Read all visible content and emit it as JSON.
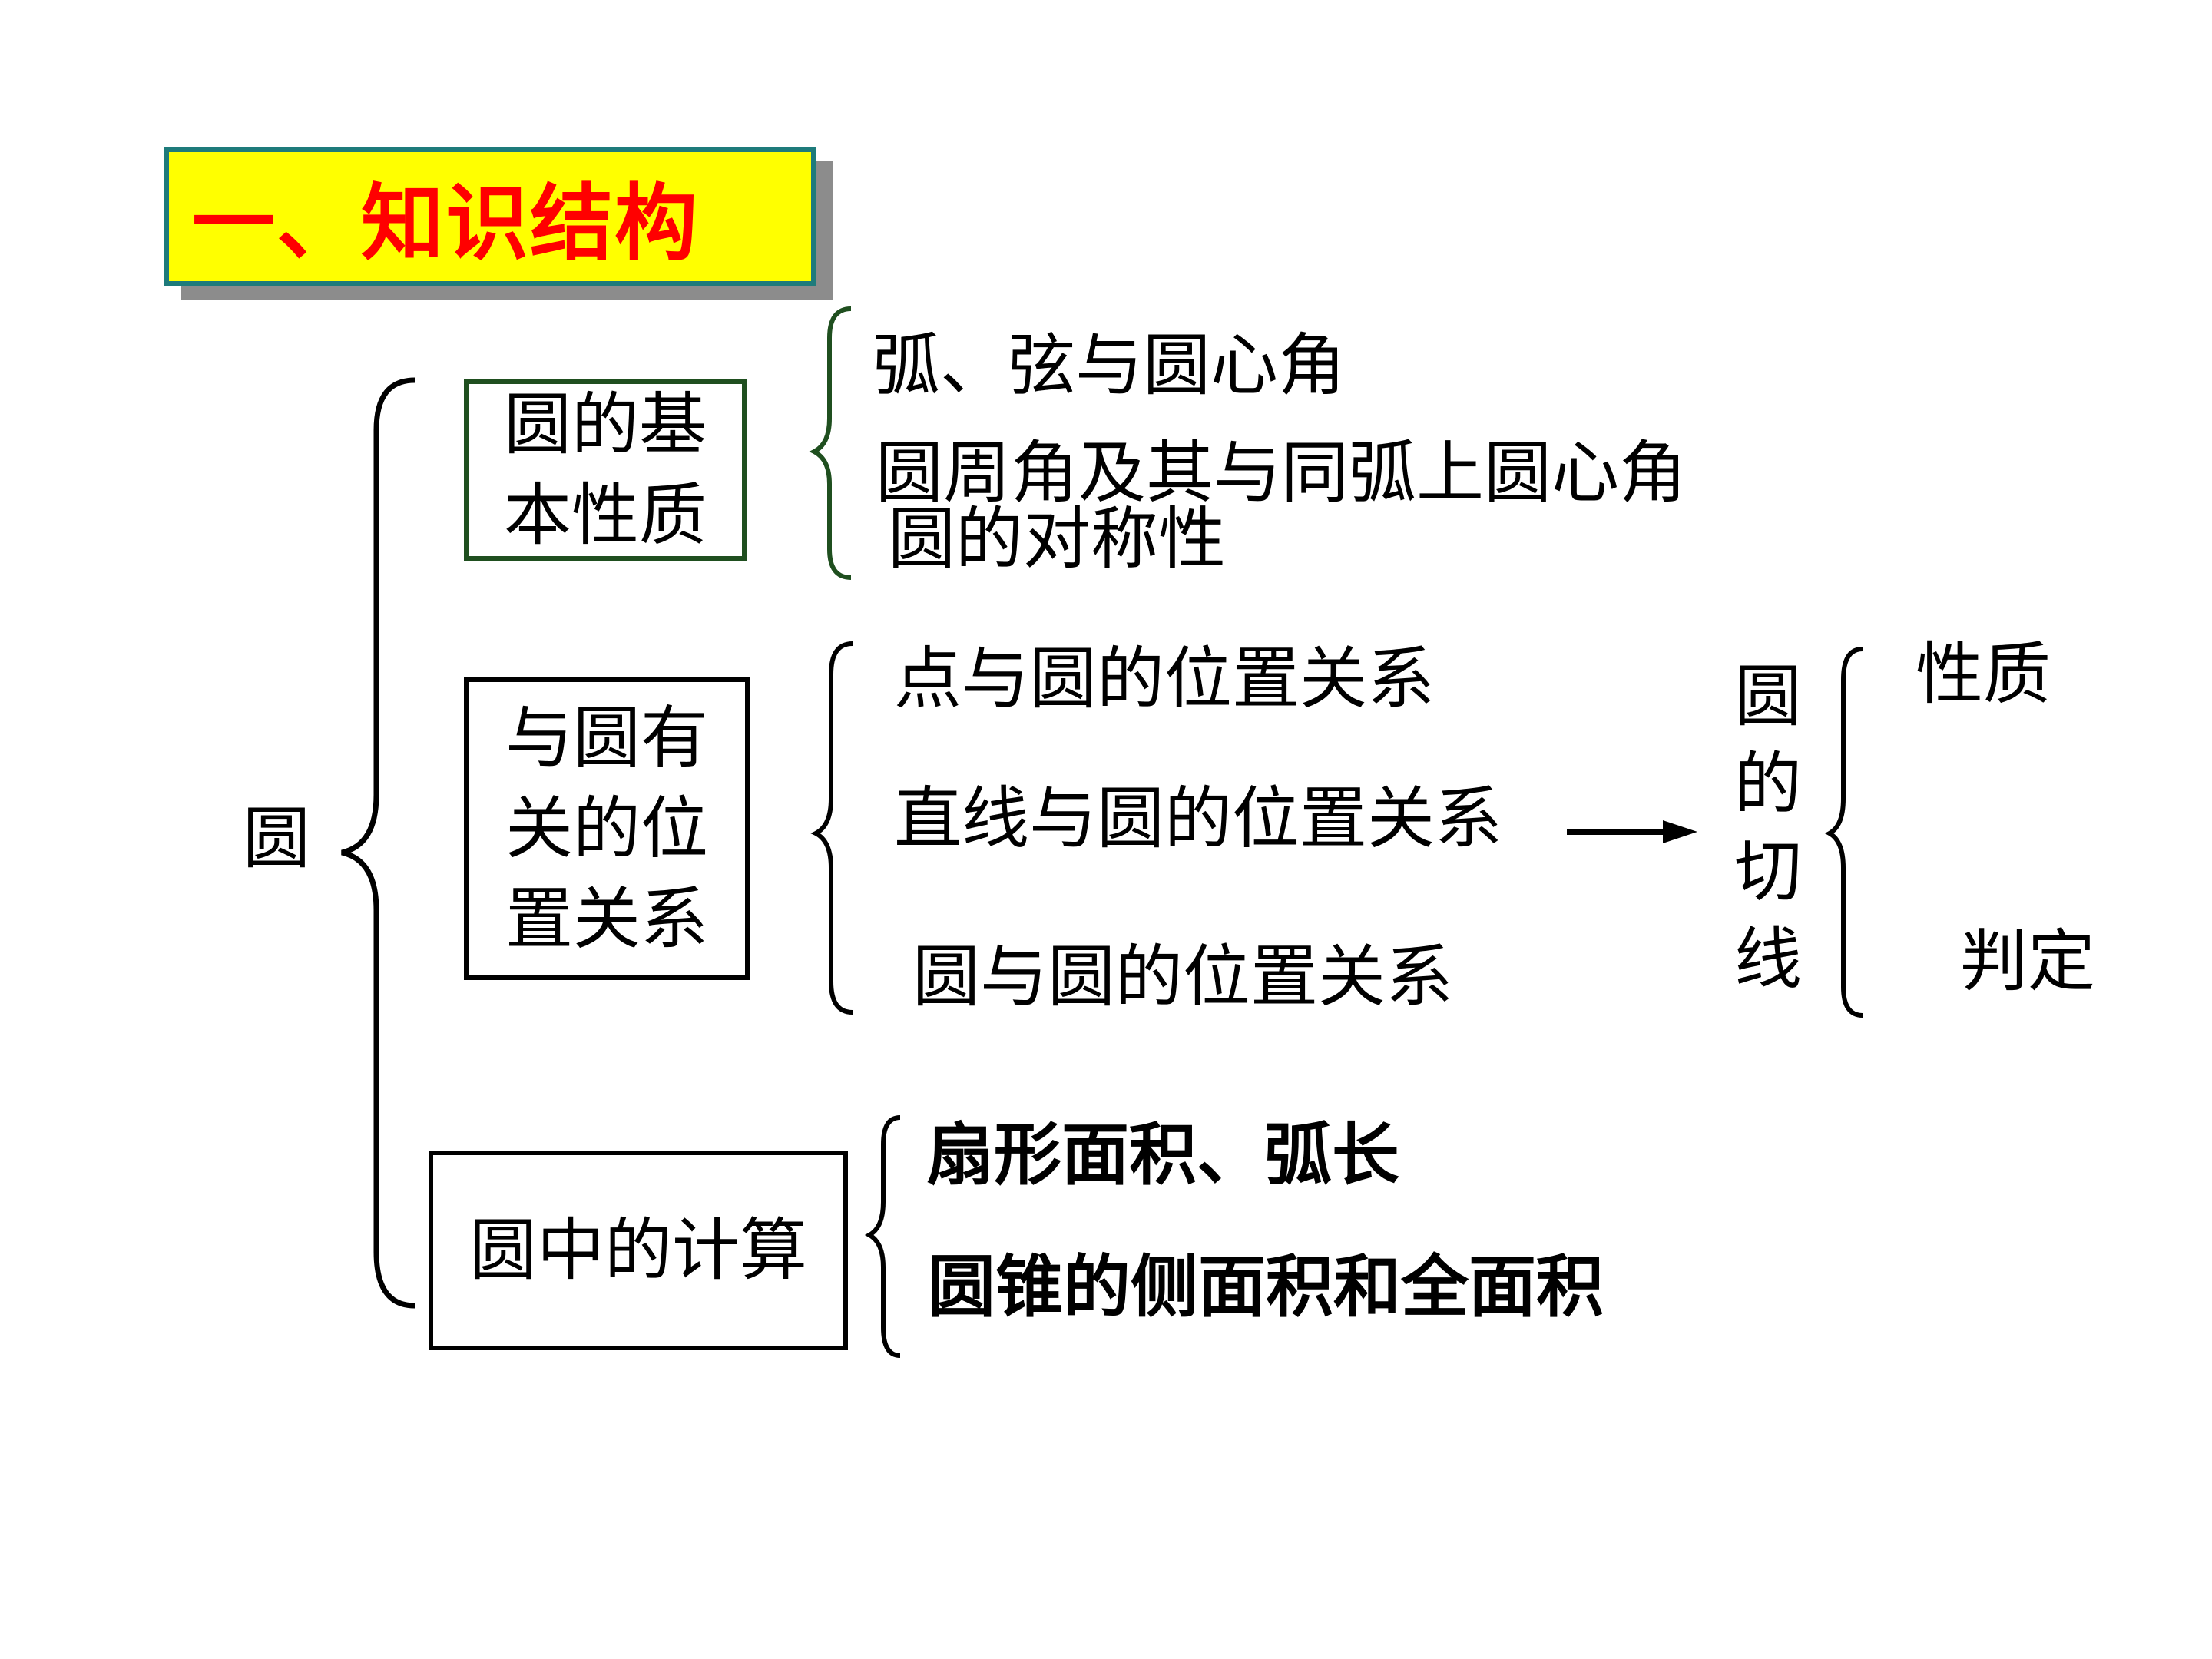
{
  "title": "一、知识结构",
  "root": "圆",
  "branches": [
    {
      "label": "圆的基\n本性质",
      "items": [
        "弧、弦与圆心角",
        "圆周角及其与同弧上圆心角",
        "圆的对称性"
      ]
    },
    {
      "label": "与圆有\n关的位\n置关系",
      "items": [
        "点与圆的位置关系",
        "直线与圆的位置关系",
        "圆与圆的位置关系"
      ]
    },
    {
      "label": "圆中的计算",
      "items": [
        "扇形面积、弧长",
        "圆锥的侧面积和全面积"
      ]
    }
  ],
  "tangent": {
    "chars": [
      "圆",
      "的",
      "切",
      "线"
    ],
    "items": [
      "性质",
      "判定"
    ]
  },
  "colors": {
    "title_bg": "#ffff00",
    "title_text": "#ff0000",
    "title_border": "#1e7b7b",
    "brace_green": "#1f4f1f",
    "box1_border": "#1f4f1f"
  }
}
